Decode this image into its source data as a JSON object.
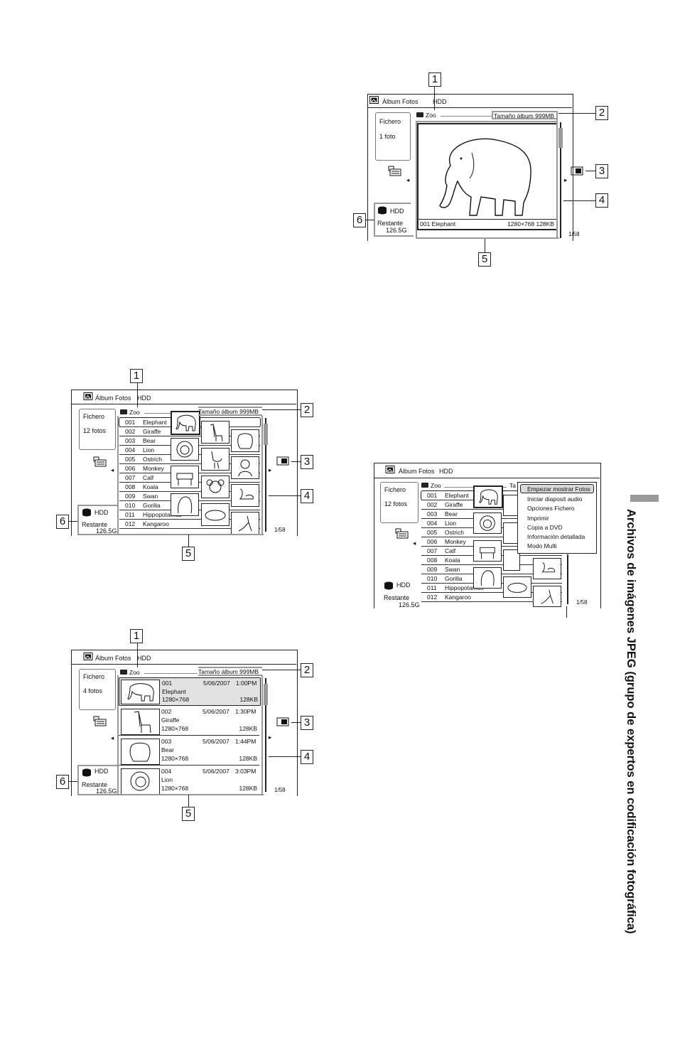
{
  "app": {
    "title": "Álbum Fotos",
    "device": "HDD",
    "folder": "Zoo",
    "album_size": "Tamaño álbum 999MB",
    "remaining_label": "Restante",
    "remaining_value": "126.5G",
    "page_indicator": "1/58"
  },
  "callouts": [
    "1",
    "2",
    "3",
    "4",
    "5",
    "6"
  ],
  "screens": {
    "single": {
      "file_label": "Fichero",
      "count": "1 foto",
      "caption_name": "001 Elephant",
      "caption_info": "1280×768  128KB"
    },
    "list": {
      "file_label": "Fichero",
      "count": "12 fotos"
    },
    "detail": {
      "file_label": "Fichero",
      "count": "4 fotos"
    },
    "menu": {
      "file_label": "Fichero",
      "count": "12 fotos",
      "album_size_partial": "Ta"
    }
  },
  "photos": [
    {
      "num": "001",
      "name": "Elephant"
    },
    {
      "num": "002",
      "name": "Giraffe"
    },
    {
      "num": "003",
      "name": "Bear"
    },
    {
      "num": "004",
      "name": "Lion"
    },
    {
      "num": "005",
      "name": "Ostrich"
    },
    {
      "num": "006",
      "name": "Monkey"
    },
    {
      "num": "007",
      "name": "Calf"
    },
    {
      "num": "008",
      "name": "Koala"
    },
    {
      "num": "009",
      "name": "Swan"
    },
    {
      "num": "010",
      "name": "Gorilla"
    },
    {
      "num": "011",
      "name": "Hippopotamus"
    },
    {
      "num": "012",
      "name": "Kangaroo"
    }
  ],
  "details": [
    {
      "num": "001",
      "date": "5/06/2007",
      "time": "1:00PM",
      "name": "Elephant",
      "res": "1280×768",
      "size": "128KB"
    },
    {
      "num": "002",
      "date": "5/06/2007",
      "time": "1:30PM",
      "name": "Giraffe",
      "res": "1280×768",
      "size": "128KB"
    },
    {
      "num": "003",
      "date": "5/06/2007",
      "time": "1:44PM",
      "name": "Bear",
      "res": "1280×768",
      "size": "128KB"
    },
    {
      "num": "004",
      "date": "5/06/2007",
      "time": "3:03PM",
      "name": "Lion",
      "res": "1280×768",
      "size": "128KB"
    }
  ],
  "context_menu": [
    "Empezar mostrar Fotos",
    "Iniciar diaposit audio",
    "Opciones Fichero",
    "Imprimir",
    "Copia a DVD",
    "Información detallada",
    "Modo Multi"
  ],
  "side_title": "Archivos de imágenes JPEG (grupo de expertos en codificación fotográfica)",
  "colors": {
    "highlight_bar": "#9a9a9a",
    "selected_row": "#e2e2e2",
    "ink": "#222222"
  }
}
